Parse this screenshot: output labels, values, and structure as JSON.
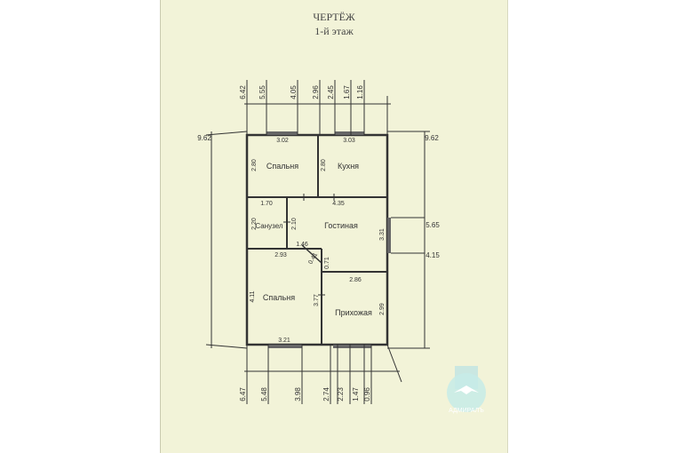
{
  "title": "ЧЕРТЁЖ",
  "subtitle": "1-й этаж",
  "rooms": {
    "bedroom_top": "Спальня",
    "kitchen": "Кухня",
    "bathroom": "Санузел",
    "living": "Гостиная",
    "bedroom_bottom": "Спальня",
    "hall": "Прихожая"
  },
  "dims_top": [
    "6.42",
    "5.55",
    "4.05",
    "2.96",
    "2.45",
    "1.67",
    "1.16"
  ],
  "dims_bottom": [
    "6.47",
    "5.48",
    "3.98",
    "2.74",
    "2.23",
    "1.47",
    "0.96"
  ],
  "dims_side": {
    "left_total": "9.62",
    "right_total": "9.62",
    "right_upper": "5.65",
    "right_lower": "4.15"
  },
  "dims_interior": {
    "bed_top_w": "3.02",
    "kitchen_w": "3.03",
    "bed_top_h": "2.80",
    "kitchen_h": "2.80",
    "bath_w": "1.70",
    "living_w": "4.35",
    "bath_h": "2.20",
    "living_left_h": "2.10",
    "living_right_h": "3.31",
    "corridor_a": "1.46",
    "corridor_b": "0.71",
    "corridor_c": "0.41",
    "bed_bottom_w": "2.93",
    "hall_w": "2.86",
    "bed_bottom_h": "4.11",
    "bed_bottom_h2": "3.77",
    "hall_h": "2.99",
    "bed_bottom_w2": "3.21"
  },
  "logo_text": "АДМИРАЛЪ"
}
